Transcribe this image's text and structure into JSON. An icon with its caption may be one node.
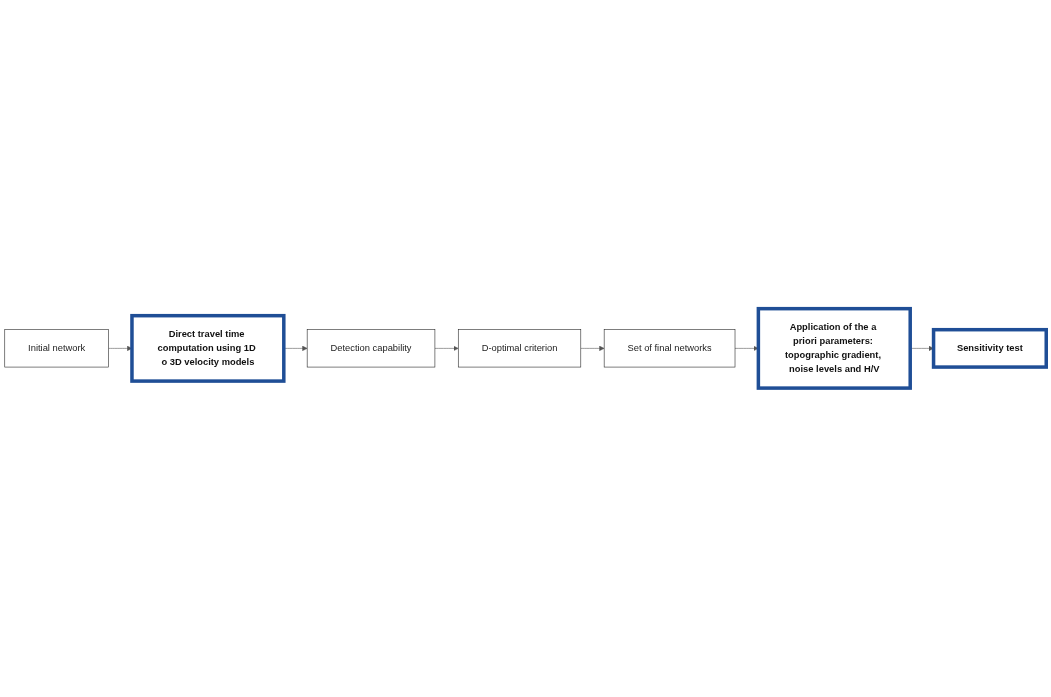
{
  "diagram": {
    "nodes": [
      {
        "text": [
          "Initial network"
        ]
      },
      {
        "text": [
          "Direct travel time computation using 1D o 3D velocity models"
        ]
      },
      {
        "text": [
          "Detection capability"
        ]
      },
      {
        "text": [
          "D-optimal criterion"
        ]
      },
      {
        "text": [
          "Set of final networks"
        ]
      },
      {
        "text": [
          "Application of the a priori parameters: topographic gradient, noise levels and H/V"
        ]
      },
      {
        "text": [
          "Sensitivity test"
        ]
      }
    ],
    "edges": [
      {
        "from": 0,
        "to": 1,
        "arrow": "to"
      },
      {
        "from": 1,
        "to": 2,
        "arrow": "to"
      },
      {
        "from": 2,
        "to": 3,
        "arrow": "to"
      },
      {
        "from": 3,
        "to": 4,
        "arrow": "to"
      },
      {
        "from": 4,
        "to": 5,
        "arrow": "to"
      },
      {
        "from": 5,
        "to": 6,
        "arrow": "to"
      }
    ]
  }
}
